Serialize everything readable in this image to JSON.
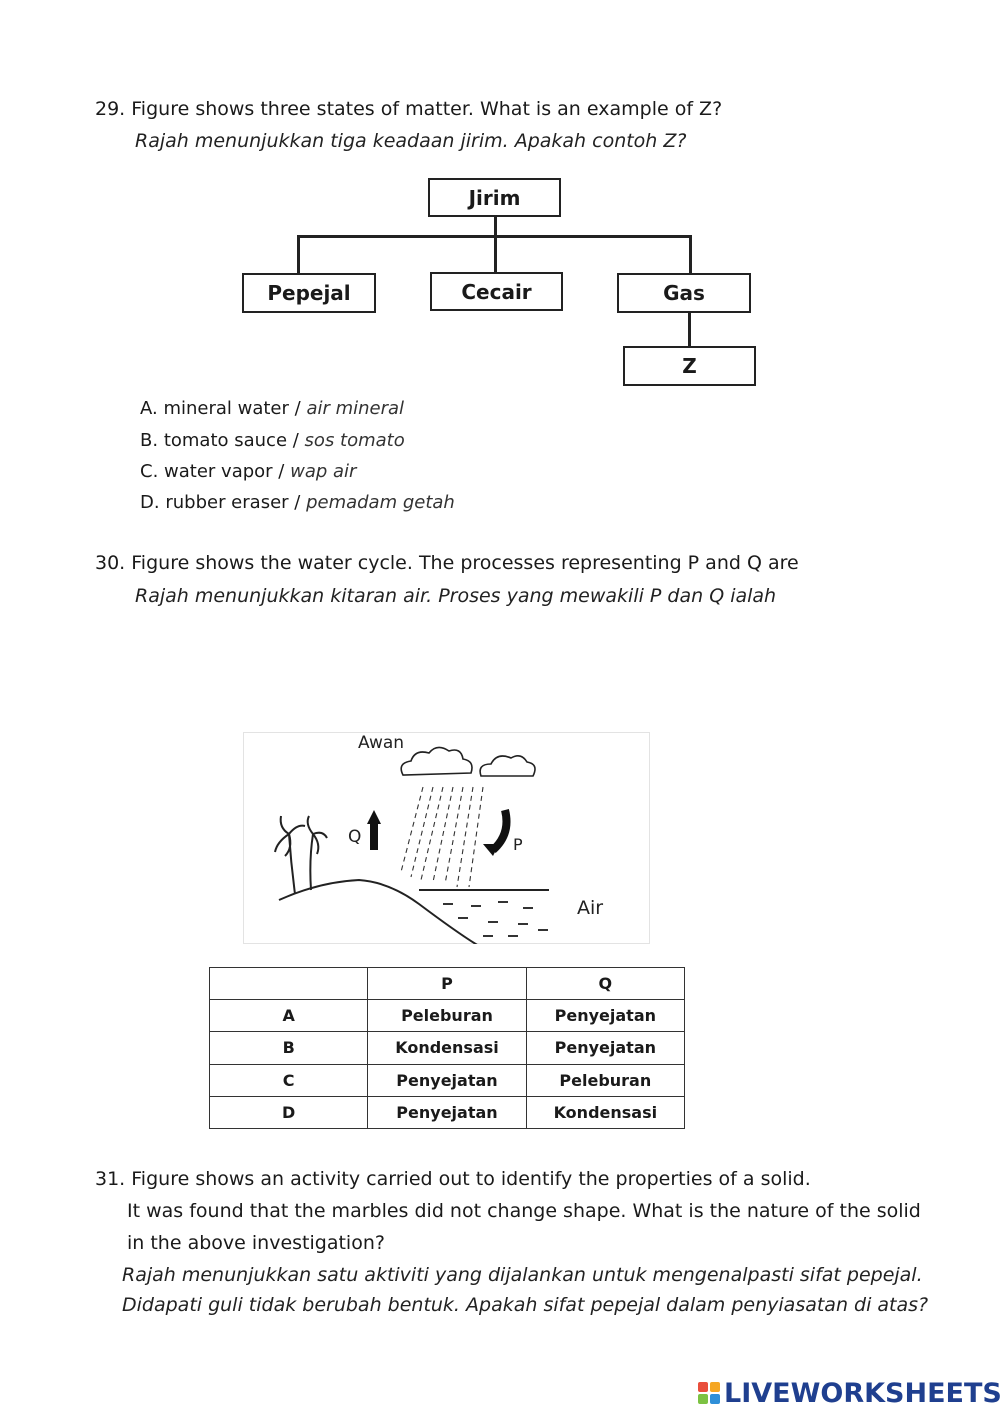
{
  "q29": {
    "number": "29.",
    "text_en": "Figure shows three states of matter. What is an example of Z?",
    "text_ms": "Rajah menunjukkan tiga keadaan jirim. Apakah contoh Z?",
    "diagram": {
      "root": "Jirim",
      "children": [
        "Pepejal",
        "Cecair",
        "Gas"
      ],
      "sub": "Z"
    },
    "options": [
      {
        "letter": "A.",
        "en": "mineral water /",
        "ms": "air mineral"
      },
      {
        "letter": "B.",
        "en": "tomato sauce /",
        "ms": "sos tomato"
      },
      {
        "letter": "C.",
        "en": "water vapor /",
        "ms": "wap air"
      },
      {
        "letter": "D.",
        "en": "rubber eraser /",
        "ms": "pemadam getah"
      }
    ]
  },
  "q30": {
    "number": "30.",
    "text_en": "Figure shows the water cycle. The processes representing P and Q are",
    "text_ms": "Rajah menunjukkan kitaran air. Proses yang mewakili P dan Q ialah",
    "figure_labels": {
      "cloud": "Awan",
      "q": "Q",
      "p": "P",
      "water": "Air"
    },
    "table": {
      "headers": [
        "",
        "P",
        "Q"
      ],
      "rows": [
        [
          "A",
          "Peleburan",
          "Penyejatan"
        ],
        [
          "B",
          "Kondensasi",
          "Penyejatan"
        ],
        [
          "C",
          "Penyejatan",
          "Peleburan"
        ],
        [
          "D",
          "Penyejatan",
          "Kondensasi"
        ]
      ]
    }
  },
  "q31": {
    "number": "31.",
    "line1_en": "Figure shows an activity carried out to identify the properties of a solid.",
    "line2_en": "It was found that the marbles did not change shape. What is the nature of the solid",
    "line3_en": "in the above investigation?",
    "line1_ms": "Rajah menunjukkan satu aktiviti yang dijalankan untuk mengenalpasti sifat pepejal.",
    "line2_ms": "Didapati guli tidak berubah bentuk. Apakah sifat pepejal dalam penyiasatan di atas?"
  },
  "footer": {
    "logo_text": "LIVEWORKSHEETS",
    "logo_colors": [
      "#e94e3c",
      "#f5a623",
      "#7cc242",
      "#2f8fd8"
    ]
  }
}
